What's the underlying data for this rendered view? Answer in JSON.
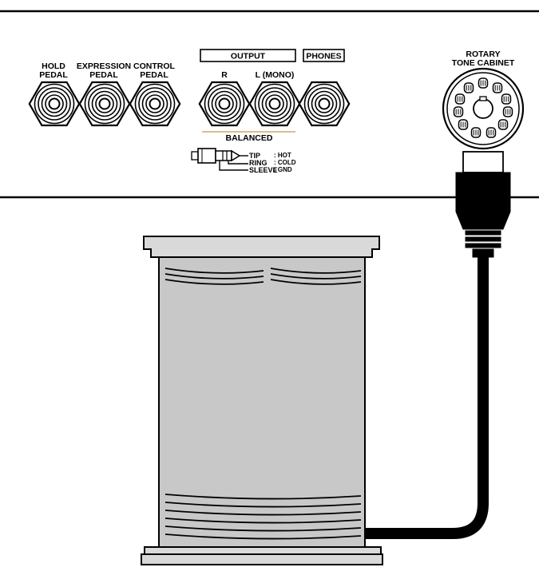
{
  "labels": {
    "hold_line1": "HOLD",
    "hold_line2": "PEDAL",
    "expr_line1": "EXPRESSION",
    "expr_line2": "PEDAL",
    "ctrl_line1": "CONTROL",
    "ctrl_line2": "PEDAL",
    "output": "OUTPUT",
    "phones": "PHONES",
    "r": "R",
    "l_mono": "L (MONO)",
    "balanced": "BALANCED",
    "rotary_line1": "ROTARY",
    "rotary_line2": "TONE CABINET"
  },
  "legend": {
    "tip": "TIP",
    "ring": "RING",
    "sleeve": "SLEEVE",
    "hot": ": HOT",
    "cold": ": COLD",
    "gnd": ": GND"
  },
  "colors": {
    "ink": "#000000",
    "cabinet_fill": "#c8c8c8",
    "cabinet_band": "#d9d9d9",
    "balanced_rule": "#c9a86a",
    "background": "#ffffff"
  },
  "icons": {
    "jack": "phone-jack-icon",
    "din": "din-connector-icon",
    "plug": "trs-plug-icon"
  }
}
